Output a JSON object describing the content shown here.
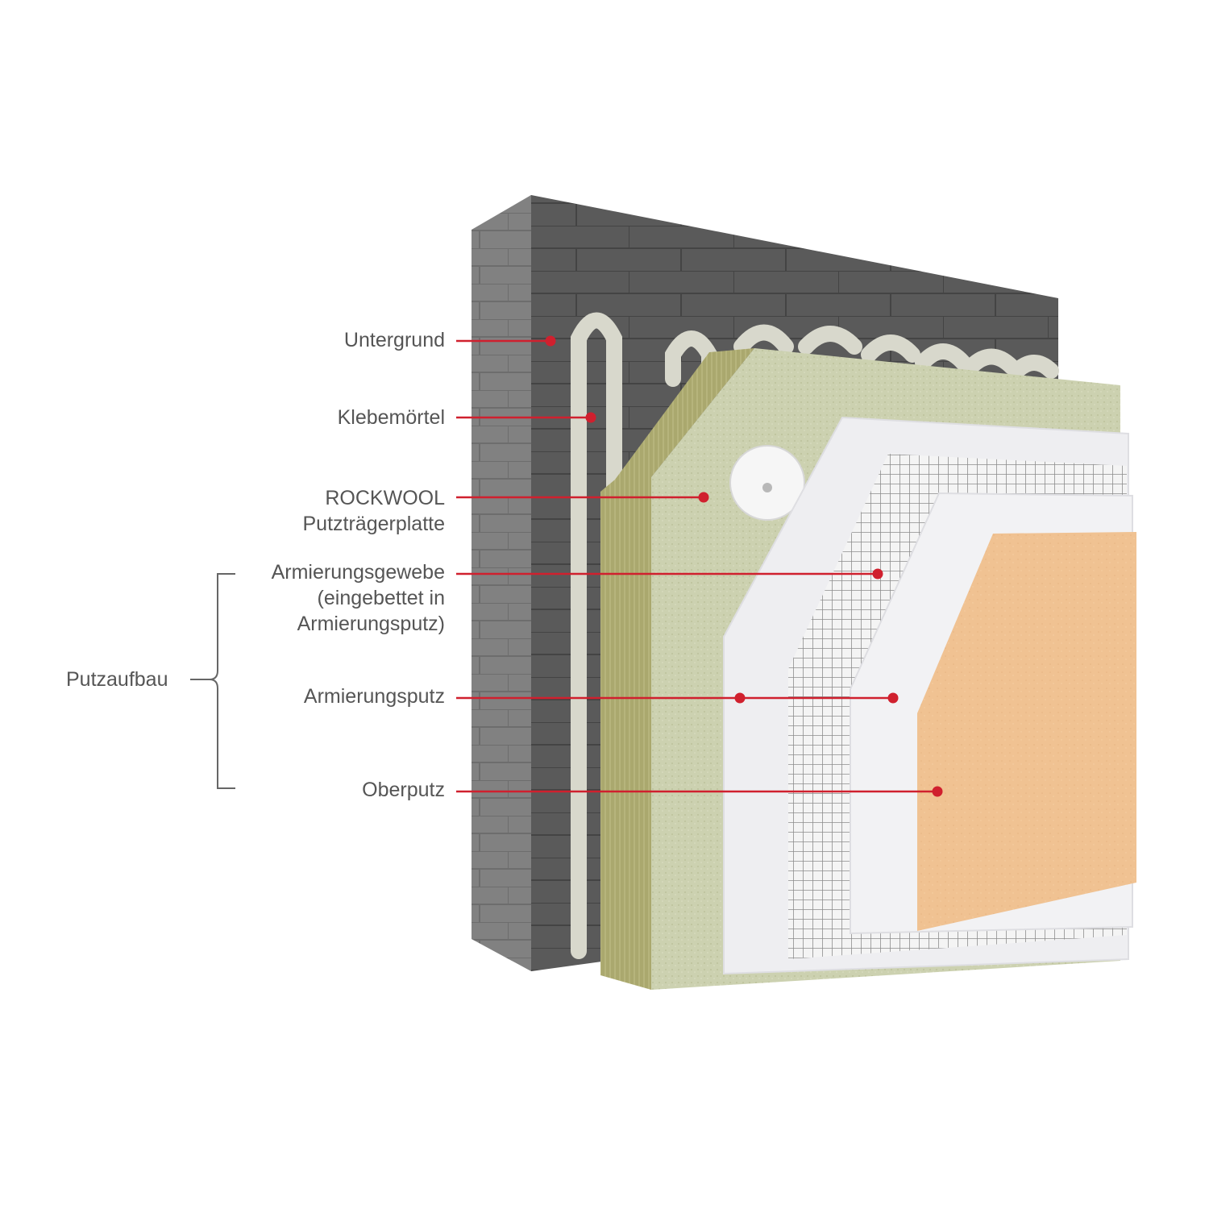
{
  "layers": [
    {
      "id": "untergrund",
      "lines": [
        "Untergrund"
      ]
    },
    {
      "id": "klebemoertel",
      "lines": [
        "Klebemörtel"
      ]
    },
    {
      "id": "rockwool",
      "lines": [
        "ROCKWOOL",
        "Putzträgerplatte"
      ]
    },
    {
      "id": "armierungsgewebe",
      "lines": [
        "Armierungsgewebe",
        "(eingebettet in",
        "Armierungsputz)"
      ]
    },
    {
      "id": "armierungsputz",
      "lines": [
        "Armierungsputz"
      ]
    },
    {
      "id": "oberputz",
      "lines": [
        "Oberputz"
      ]
    }
  ],
  "group": {
    "label": "Putzaufbau"
  },
  "colors": {
    "leader": "#d0202e",
    "text": "#555555",
    "masonry": "#8a8a8a",
    "masonry_top": "#4f4f4f",
    "adhesive": "#d9d9cf",
    "mineral_wool": "#c9cfad",
    "mineral_wool_side": "#a9a66a",
    "base_coat": "#f1f1f3",
    "mesh": "#8d8d8d",
    "finish_coat": "#f1c393"
  },
  "icons": {
    "leader_end": "dot-marker",
    "group_bracket": "curly-bracket"
  }
}
